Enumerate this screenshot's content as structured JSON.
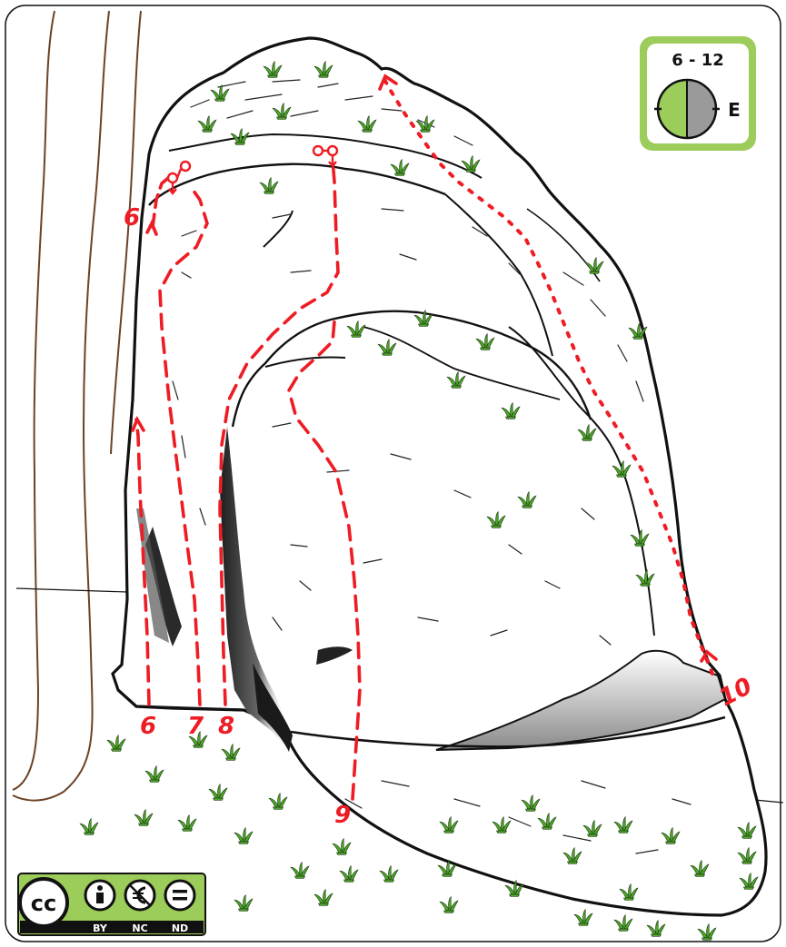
{
  "colors": {
    "route": "#ee1c24",
    "rock_stroke": "#111111",
    "grass": "#4fa82a",
    "badge_border": "#9ccc5a",
    "sun_half": "#9ccc5a",
    "shade_half": "#9a9a9a",
    "path_stroke": "#6b4326",
    "license_bg": "#9ccc5a"
  },
  "grade_badge": {
    "grade_range": "6 - 12",
    "orientation": "E",
    "sun_icon": "sun-shade-dial-icon"
  },
  "routes": [
    {
      "id": "r6a",
      "label": "6"
    },
    {
      "id": "r6b",
      "label": "6"
    },
    {
      "id": "r7",
      "label": "7"
    },
    {
      "id": "r8",
      "label": "8"
    },
    {
      "id": "r9",
      "label": "9"
    },
    {
      "id": "r10",
      "label": "10"
    }
  ],
  "anchors": [
    "anchor-icon",
    "anchor-icon"
  ],
  "license": {
    "cc": "cc",
    "by": "BY",
    "nc": "NC",
    "nd": "ND"
  }
}
